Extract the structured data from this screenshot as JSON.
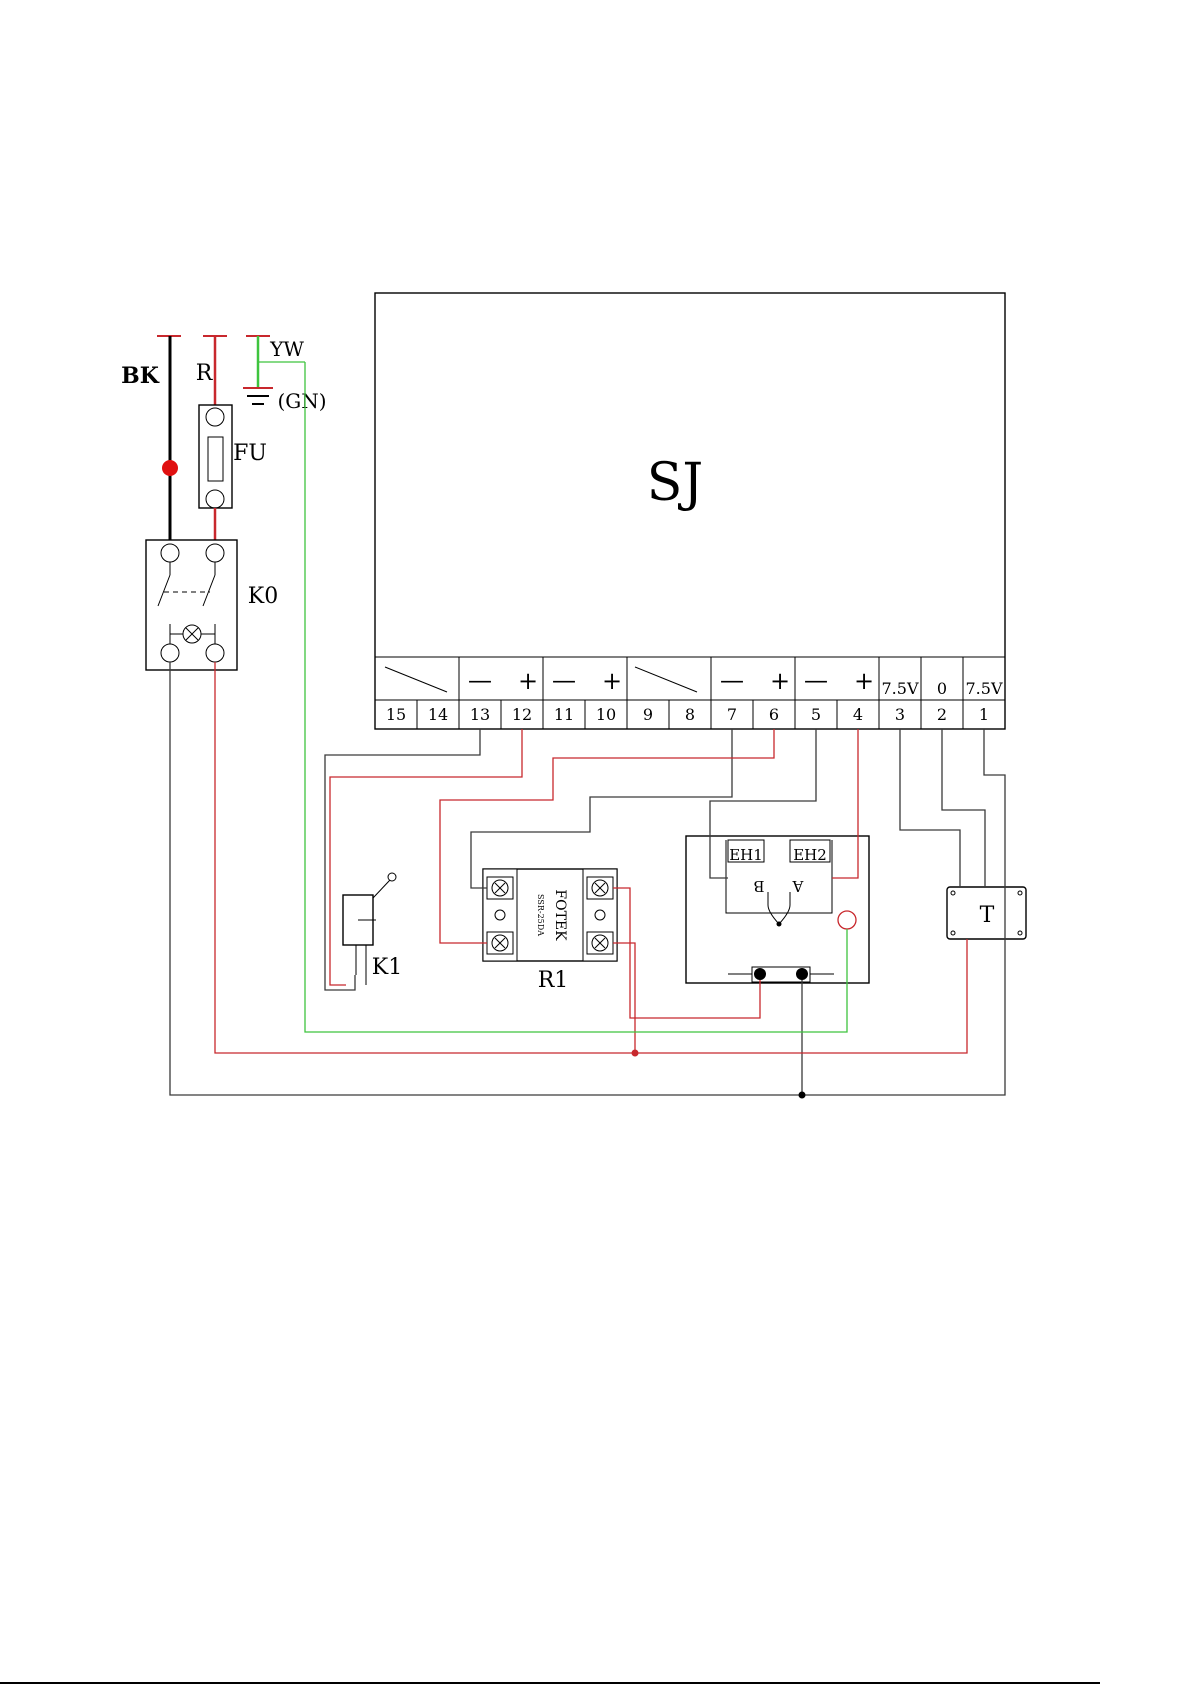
{
  "main_box": {
    "label": "SJ"
  },
  "terminal_strip": {
    "top_row": [
      "",
      "",
      "—",
      "+",
      "—",
      "+",
      "",
      "",
      "—",
      "+",
      "—",
      "+",
      "7.5V",
      "0",
      "7.5V"
    ],
    "numbers": [
      "15",
      "14",
      "13",
      "12",
      "11",
      "10",
      "9",
      "8",
      "7",
      "6",
      "5",
      "4",
      "3",
      "2",
      "1"
    ]
  },
  "supply": {
    "line_black": "BK",
    "line_red": "R",
    "earth_top": "YW",
    "earth_bottom": "(GN)"
  },
  "fuse": {
    "label": "FU"
  },
  "switch": {
    "label": "K0"
  },
  "micro_switch": {
    "label": "K1"
  },
  "relay": {
    "label": "R1",
    "body_text": [
      "FOTEK",
      "SSR-25DA"
    ]
  },
  "transformer": {
    "label": "T"
  },
  "heater": {
    "left_label": "EH1",
    "right_label": "EH2",
    "b_label": "B",
    "a_label": "A"
  },
  "colors": {
    "black_wire": "#3a3a3a",
    "red_wire": "#c8282d",
    "green_wire": "#3ec43e",
    "dot_red": "#e01010"
  }
}
